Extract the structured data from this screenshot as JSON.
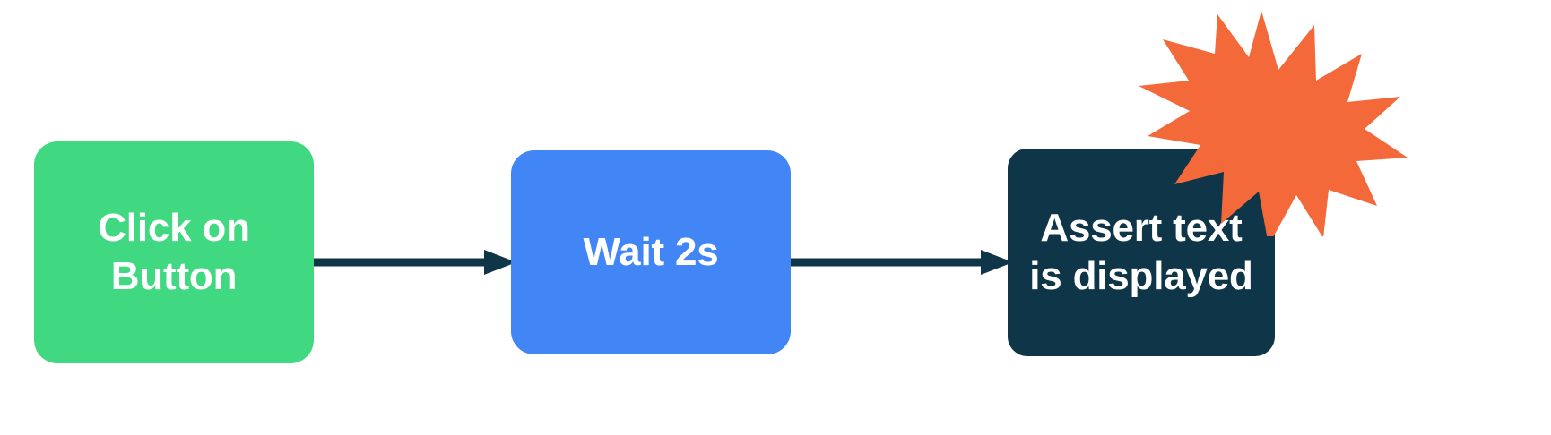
{
  "diagram": {
    "title": "",
    "type": "flow",
    "background_color": "#ffffff",
    "nodes": [
      {
        "id": "click",
        "label": "Click on\nButton",
        "fill_color": "#41d882",
        "text_color": "#ffffff",
        "shape": "rounded-rect"
      },
      {
        "id": "wait",
        "label": "Wait 2s",
        "fill_color": "#4285f4",
        "text_color": "#ffffff",
        "shape": "rounded-rect"
      },
      {
        "id": "assert",
        "label": "Assert text\nis displayed",
        "fill_color": "#0e3548",
        "text_color": "#ffffff",
        "shape": "rounded-rect"
      }
    ],
    "connectors": [
      {
        "id": "arrow-1",
        "from": "click",
        "to": "wait",
        "color": "#0e3548",
        "style": "solid-arrow"
      },
      {
        "id": "arrow-2",
        "from": "wait",
        "to": "assert",
        "color": "#0e3548",
        "style": "solid-arrow"
      }
    ],
    "decorations": [
      {
        "id": "starburst",
        "name": "starburst-burst",
        "color": "#f4693a",
        "attached_to": "assert"
      }
    ]
  }
}
